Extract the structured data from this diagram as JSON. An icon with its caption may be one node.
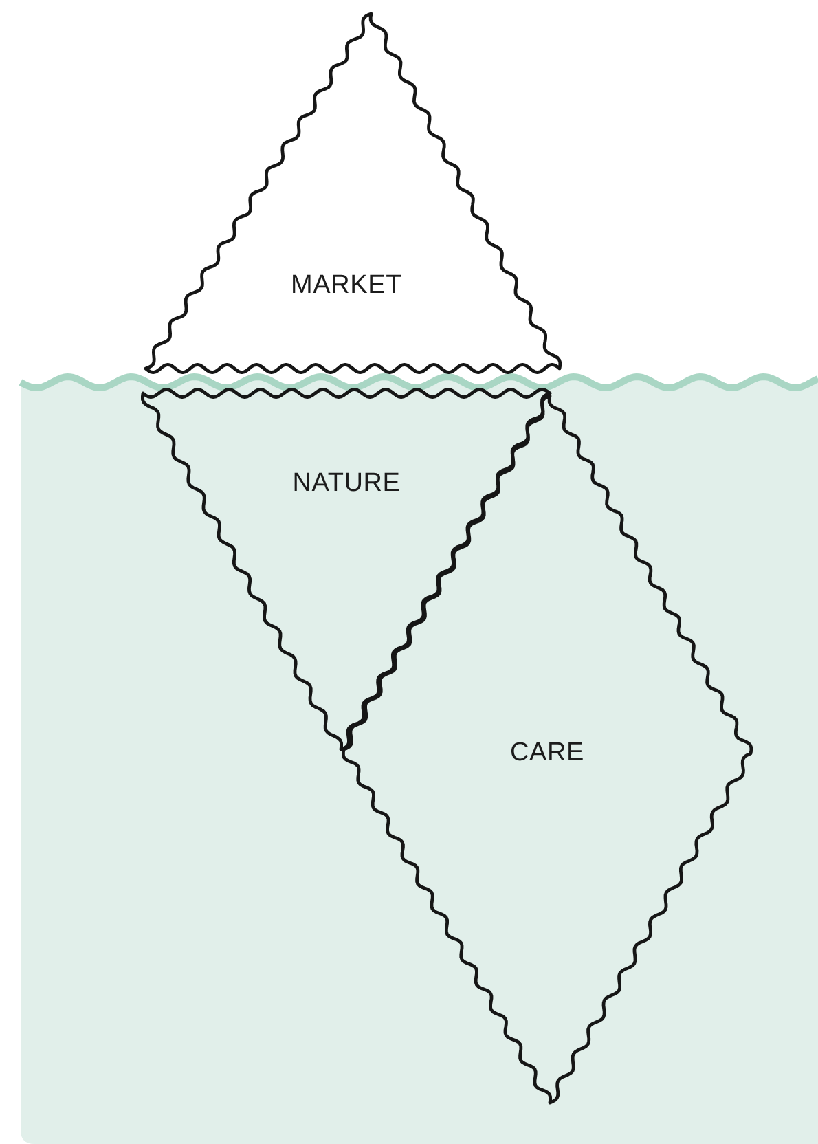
{
  "diagram": {
    "nodes": [
      {
        "text": [
          "MARKET"
        ]
      },
      {
        "text": [
          "NATURE"
        ]
      },
      {
        "text": [
          "CARE"
        ]
      }
    ]
  }
}
